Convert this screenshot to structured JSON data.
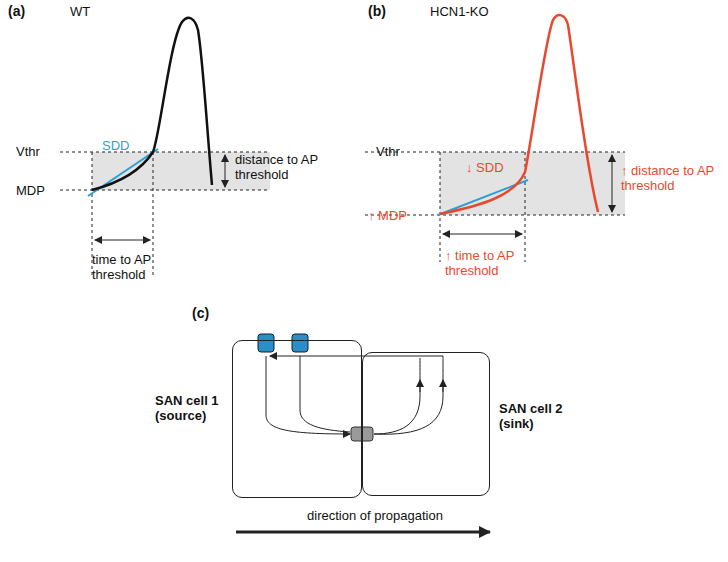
{
  "diagram": {
    "nodes": [
      {
        "text": [
          "SAN cell 1 (source)"
        ]
      },
      {
        "text": [
          "SAN cell 2 (sink)"
        ]
      }
    ],
    "labels": [
      "(a)",
      "WT",
      "Vthr",
      "MDP",
      "SDD",
      "distance to AP threshold",
      "time to AP threshold",
      "(b)",
      "HCN1-KO",
      "Vthr",
      "↑ MDP",
      "↓ SDD",
      "↑ distance to AP threshold",
      "↑ time to AP threshold",
      "(c)",
      "direction of propagation"
    ]
  }
}
